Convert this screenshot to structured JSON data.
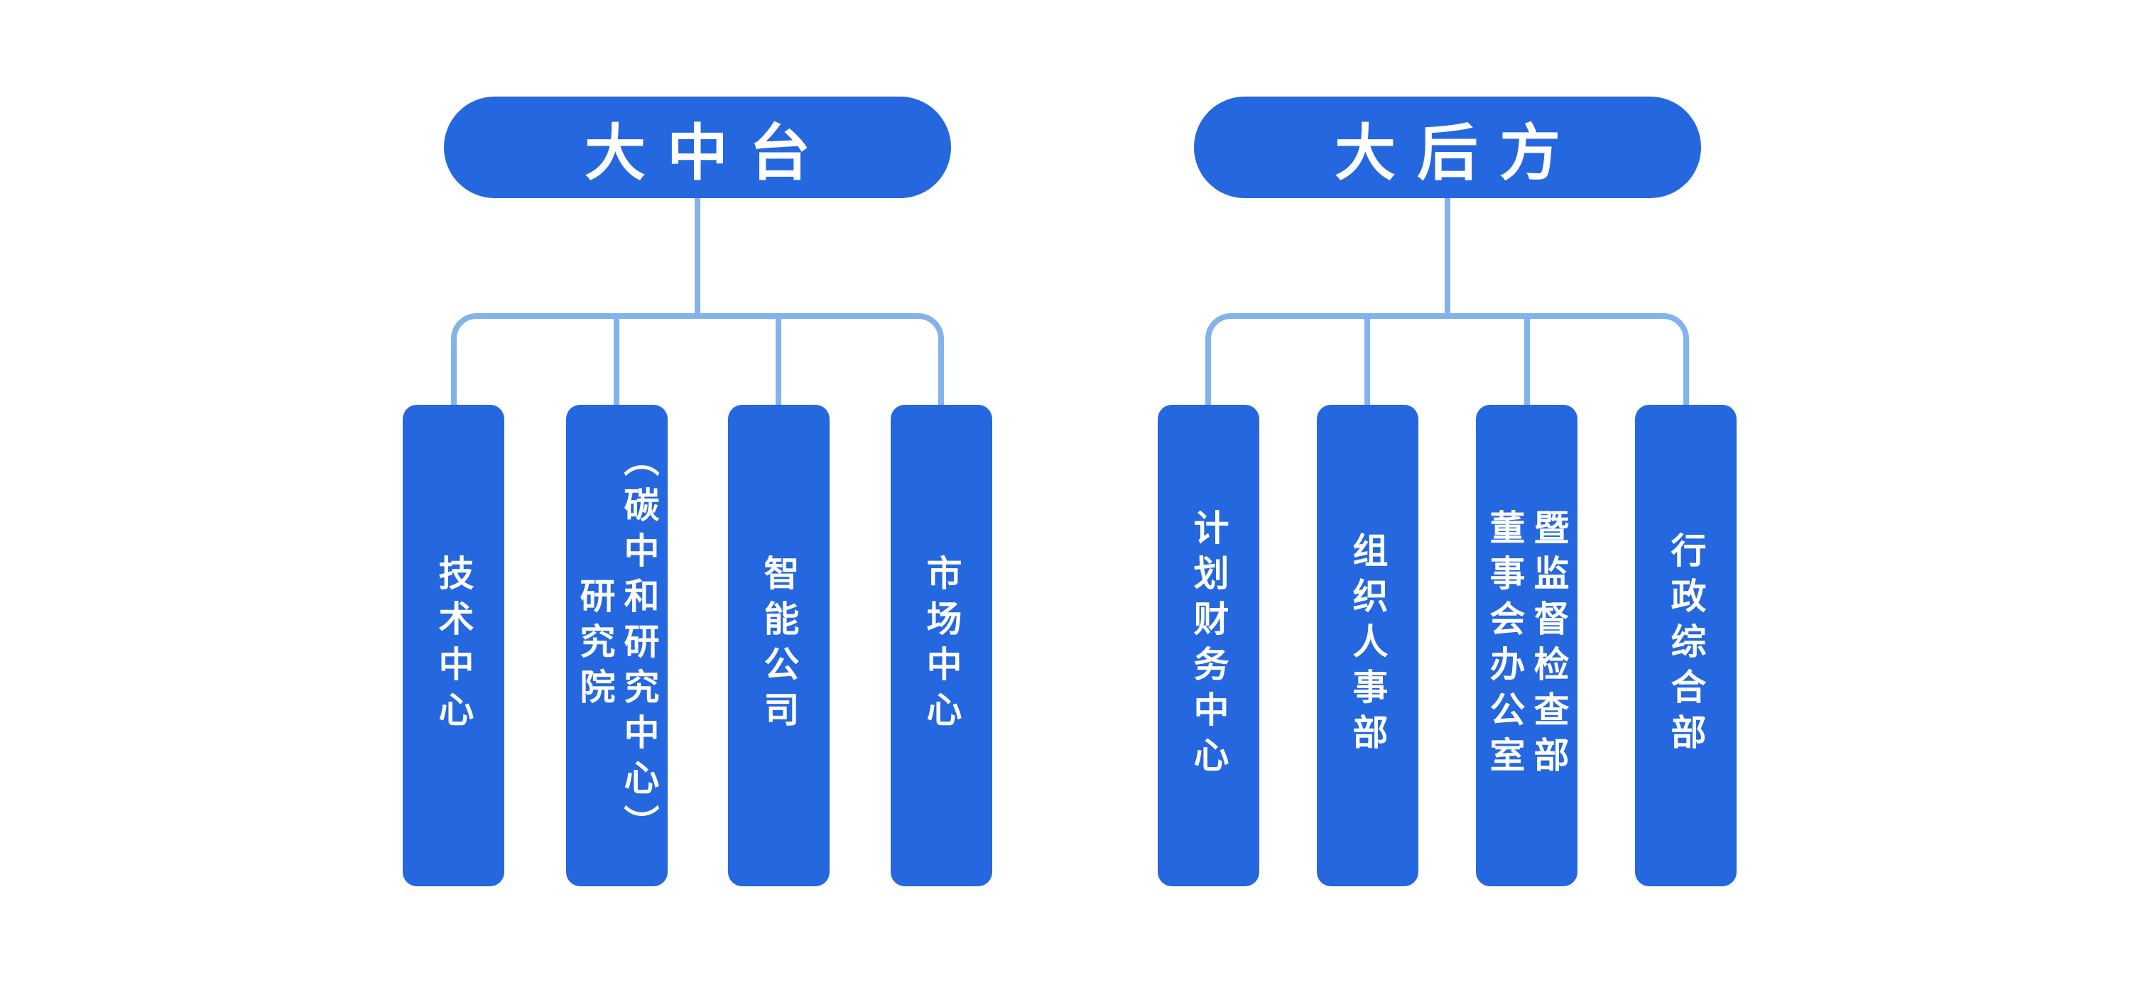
{
  "page": {
    "background": "#ffffff"
  },
  "colors": {
    "node_fill": "#2467DF",
    "connector": "#83B3EA",
    "node_text": "#ffffff"
  },
  "trees": [
    {
      "id": "left",
      "root": {
        "label": "大中台"
      },
      "children": [
        {
          "label": "技术中心",
          "lines": [
            "技术中心"
          ]
        },
        {
          "label": "研究院（碳中和研究中心）",
          "lines": [
            "研究院",
            "（碳中和研究中心）"
          ]
        },
        {
          "label": "智能公司",
          "lines": [
            "智能公司"
          ]
        },
        {
          "label": "市场中心",
          "lines": [
            "市场中心"
          ]
        }
      ]
    },
    {
      "id": "right",
      "root": {
        "label": "大后方"
      },
      "children": [
        {
          "label": "计划财务中心",
          "lines": [
            "计划财务中心"
          ]
        },
        {
          "label": "组织人事部",
          "lines": [
            "组织人事部"
          ]
        },
        {
          "label": "董事会办公室暨监督检查部",
          "lines": [
            "董事会办公室",
            "暨监督检查部"
          ]
        },
        {
          "label": "行政综合部",
          "lines": [
            "行政综合部"
          ]
        }
      ]
    }
  ]
}
